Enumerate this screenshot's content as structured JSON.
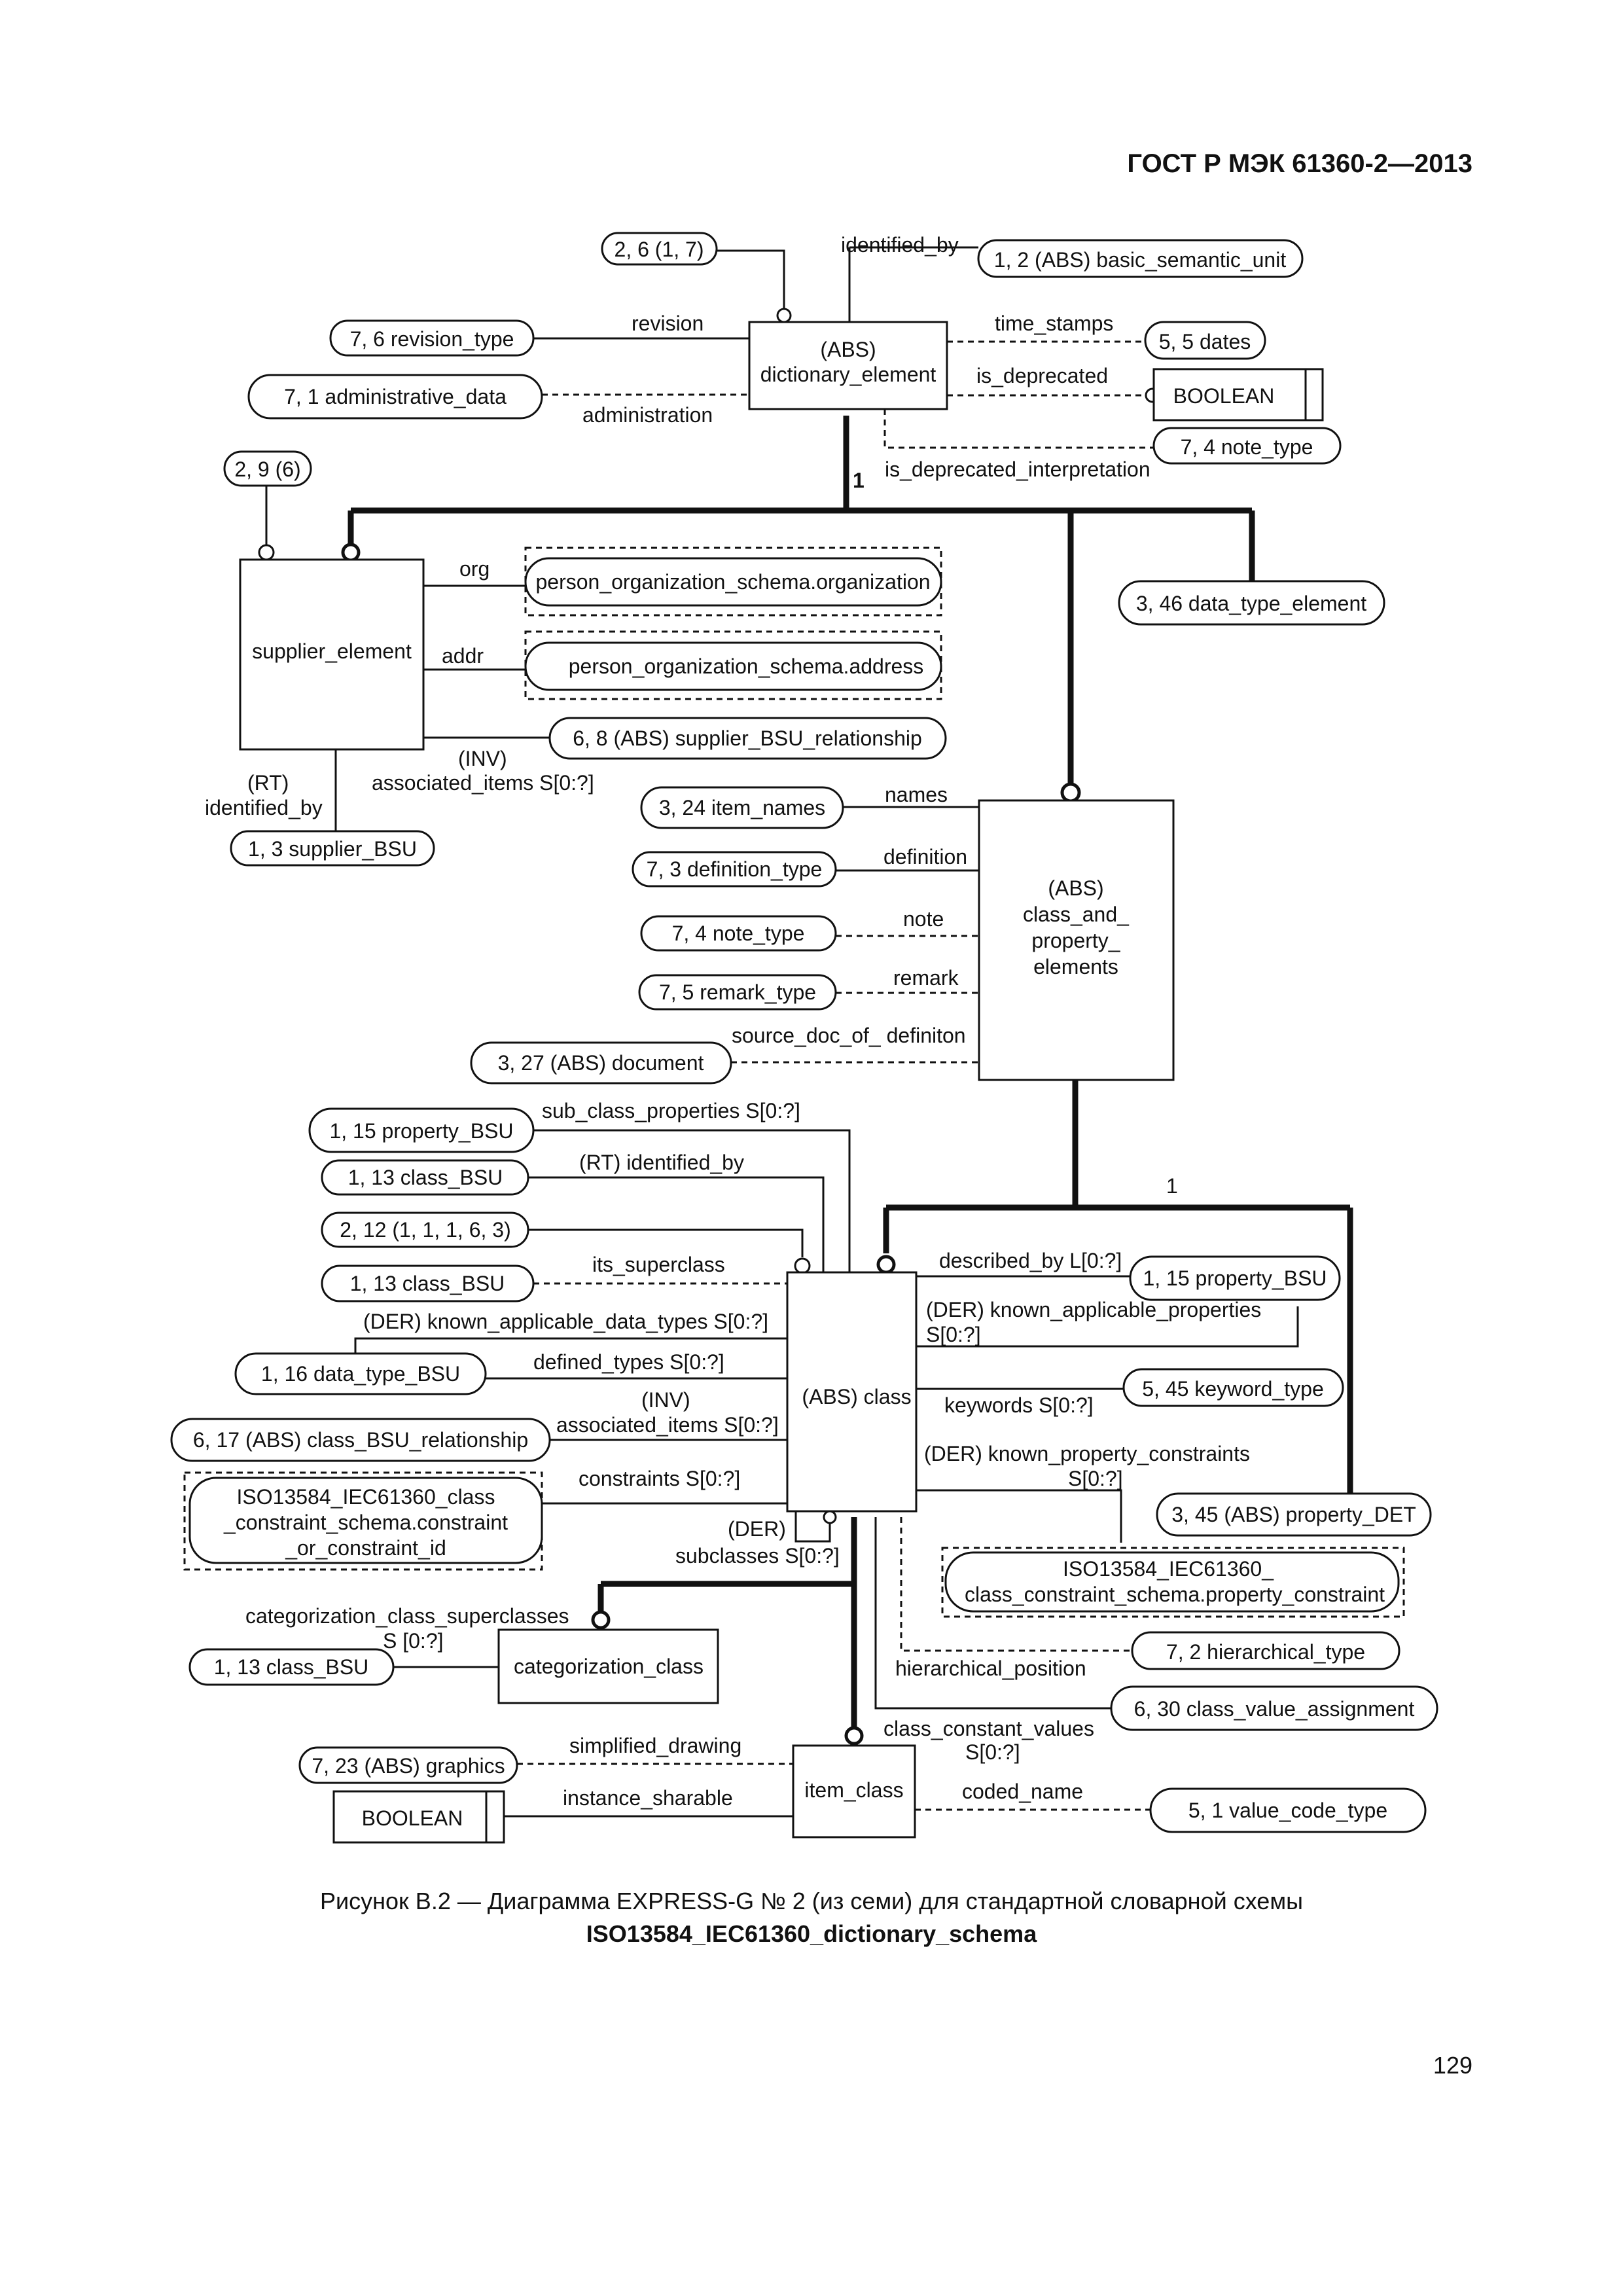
{
  "header": {
    "standard": "ГОСТ Р МЭК 61360-2—2013"
  },
  "entities": {
    "dictionary_element": [
      "(ABS)",
      "dictionary_element"
    ],
    "supplier_element": "supplier_element",
    "class_and_property_elements": [
      "(ABS)",
      "class_and_",
      "property_",
      "elements"
    ],
    "class": "(ABS) class",
    "categorization_class": "categorization_class",
    "item_class": "item_class",
    "boolean_1": "BOOLEAN",
    "boolean_2": "BOOLEAN"
  },
  "references": {
    "r_2_6": "2, 6 (1, 7)",
    "r_basic_semantic_unit": "1, 2 (ABS) basic_semantic_unit",
    "r_revision_type": "7, 6 revision_type",
    "r_dates": "5, 5 dates",
    "r_administrative_data": "7, 1  administrative_data",
    "r_note_type_top": "7, 4 note_type",
    "r_2_9": "2, 9 (6)",
    "r_data_type_element": "3, 46 data_type_element",
    "r_person_org": "person_organization_schema.organization",
    "r_person_addr": "person_organization_schema.address",
    "r_supplier_bsu_rel": "6, 8 (ABS) supplier_BSU_relationship",
    "r_supplier_bsu": "1, 3 supplier_BSU",
    "r_item_names": "3, 24 item_names",
    "r_definition_type": "7, 3 definition_type",
    "r_note_type": "7, 4 note_type",
    "r_remark_type": "7, 5 remark_type",
    "r_document": "3, 27 (ABS) document",
    "r_property_bsu_left": "1, 15 property_BSU",
    "r_class_bsu_1": "1, 13 class_BSU",
    "r_2_12": "2, 12 (1, 1, 1, 6, 3)",
    "r_class_bsu_2": "1, 13 class_BSU",
    "r_data_type_bsu": "1, 16 data_type_BSU",
    "r_class_bsu_rel": "6, 17 (ABS) class_BSU_relationship",
    "r_constraint": [
      "ISO13584_IEC61360_class",
      "_constraint_schema.constraint",
      "_or_constraint_id"
    ],
    "r_property_bsu_right": "1, 15 property_BSU",
    "r_keyword_type": "5, 45 keyword_type",
    "r_property_det": "3, 45 (ABS) property_DET",
    "r_property_constraint": [
      "ISO13584_IEC61360_",
      "class_constraint_schema.property_constraint"
    ],
    "r_hierarchical_type": "7, 2 hierarchical_type",
    "r_class_value_assignment": "6, 30 class_value_assignment",
    "r_class_bsu_3": "1, 13 class_BSU",
    "r_graphics": "7, 23 (ABS) graphics",
    "r_value_code_type": "5, 1 value_code_type"
  },
  "labels": {
    "identified_by": "identified_by",
    "revision": "revision",
    "time_stamps": "time_stamps",
    "is_deprecated": "is_deprecated",
    "administration": "administration",
    "is_deprecated_interpretation": "is_deprecated_interpretation",
    "card_1_top": "1",
    "org": "org",
    "addr": "addr",
    "inv": "(INV)",
    "associated_items_sup": "associated_items S[0:?]",
    "rt": "(RT)",
    "identified_by_sup": "identified_by",
    "names": "names",
    "definition": "definition",
    "note": "note",
    "remark": "remark",
    "source_doc": "source_doc_of_ definiton",
    "sub_class_properties": "sub_class_properties S[0:?]",
    "rt_identified_by": "(RT) identified_by",
    "its_superclass": "its_superclass",
    "der_known_data_types": "(DER) known_applicable_data_types S[0:?]",
    "defined_types": "defined_types S[0:?]",
    "inv_class": "(INV)",
    "associated_items_class": "associated_items S[0:?]",
    "constraints": "constraints S[0:?]",
    "der_sub": "(DER)",
    "subclasses": "subclasses S[0:?]",
    "card_1_class": "1",
    "described_by": "described_by L[0:?]",
    "der_known_props": "(DER) known_applicable_properties",
    "der_known_props_s": "S[0:?]",
    "keywords": "keywords S[0:?]",
    "der_known_constraints": "(DER) known_property_constraints",
    "der_known_constraints_s": "S[0:?]",
    "hierarchical_position": "hierarchical_position",
    "class_constant_values": "class_constant_values",
    "class_constant_values_s": "S[0:?]",
    "categorization_superclasses": "categorization_class_superclasses",
    "categorization_superclasses_s": "S [0:?]",
    "simplified_drawing": "simplified_drawing",
    "instance_sharable": "instance_sharable",
    "coded_name": "coded_name"
  },
  "caption": {
    "line1": "Рисунок В.2 — Диаграмма EXPRESS-G № 2 (из семи) для стандартной словарной схемы",
    "line2": "ISO13584_IEC61360_dictionary_schema"
  },
  "page_number": "129"
}
